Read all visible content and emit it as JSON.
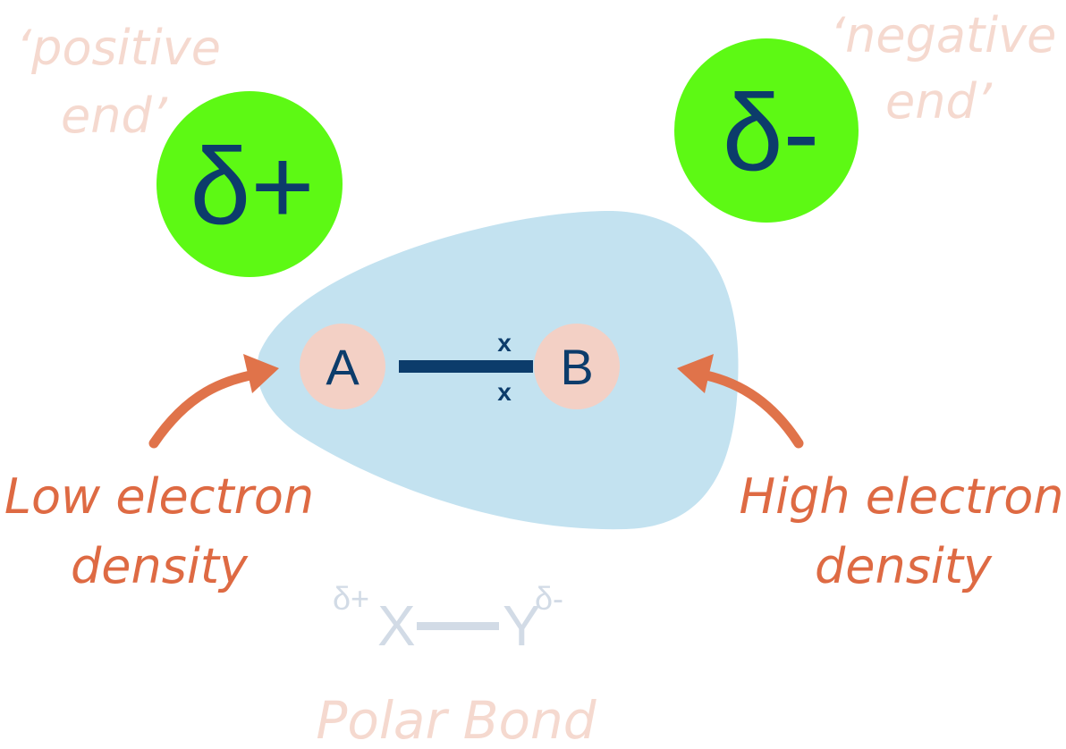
{
  "annotations": {
    "positive_end": [
      "‘positive",
      "end’"
    ],
    "negative_end": [
      "‘negative",
      "end’"
    ],
    "low_density": [
      "Low electron",
      "density"
    ],
    "high_density": [
      "High electron",
      "density"
    ],
    "polar_bond_label": "Polar Bond"
  },
  "charges": {
    "positive": "δ+",
    "negative": "δ-"
  },
  "atoms": {
    "a": "A",
    "b": "B",
    "electron_marker": "x"
  },
  "formula": {
    "left_charge": "δ+",
    "left_atom": "X",
    "right_atom": "Y",
    "right_charge": "δ-"
  },
  "colors": {
    "cloud": "#c3e2f0",
    "charge_circle": "#5df914",
    "charge_text": "#0c3c6b",
    "atom_circle": "#f3d0c5",
    "atom_text": "#0c3c6b",
    "bond": "#0c3c6b",
    "arrow": "#e0734a",
    "density_text": "#de6a43",
    "faded_text": "#f5d9cf",
    "formula_text": "#d2dbe6"
  }
}
